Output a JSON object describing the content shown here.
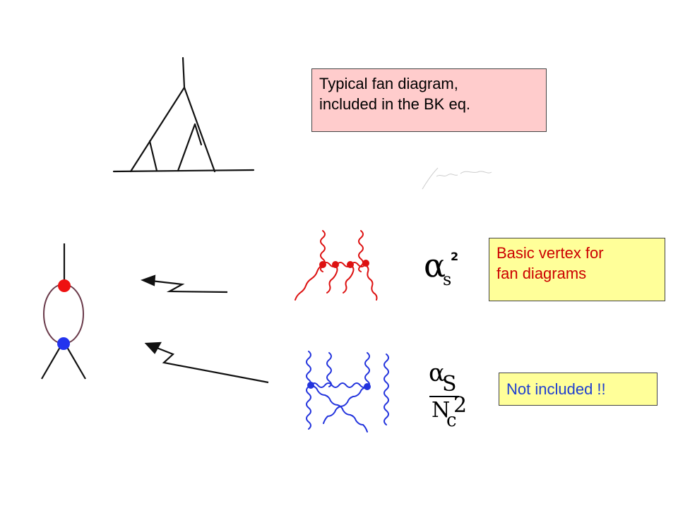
{
  "callouts": {
    "fan": {
      "line1": "Typical  fan diagram,",
      "line2": "included in the BK eq."
    },
    "vertex": {
      "line1": "Basic vertex for",
      "line2": "fan diagrams"
    },
    "not_included": {
      "label": "Not included !!"
    }
  },
  "math": {
    "vertex_factor": {
      "symbol": "α",
      "subscript": "s",
      "superscript": "2"
    },
    "non_included_factor": {
      "num_symbol": "α",
      "num_subscript": "S",
      "den_symbol": "N",
      "den_subscript": "c",
      "den_power": "2"
    }
  },
  "colors": {
    "fan_callout_bg": "#ffcccc",
    "vertex_callout_bg": "#ffff99",
    "vertex_text": "#cc0000",
    "not_included_text": "#1f3fd0",
    "red_gluon": "#dd1111",
    "blue_gluon": "#2233dd",
    "ink": "#111111"
  }
}
